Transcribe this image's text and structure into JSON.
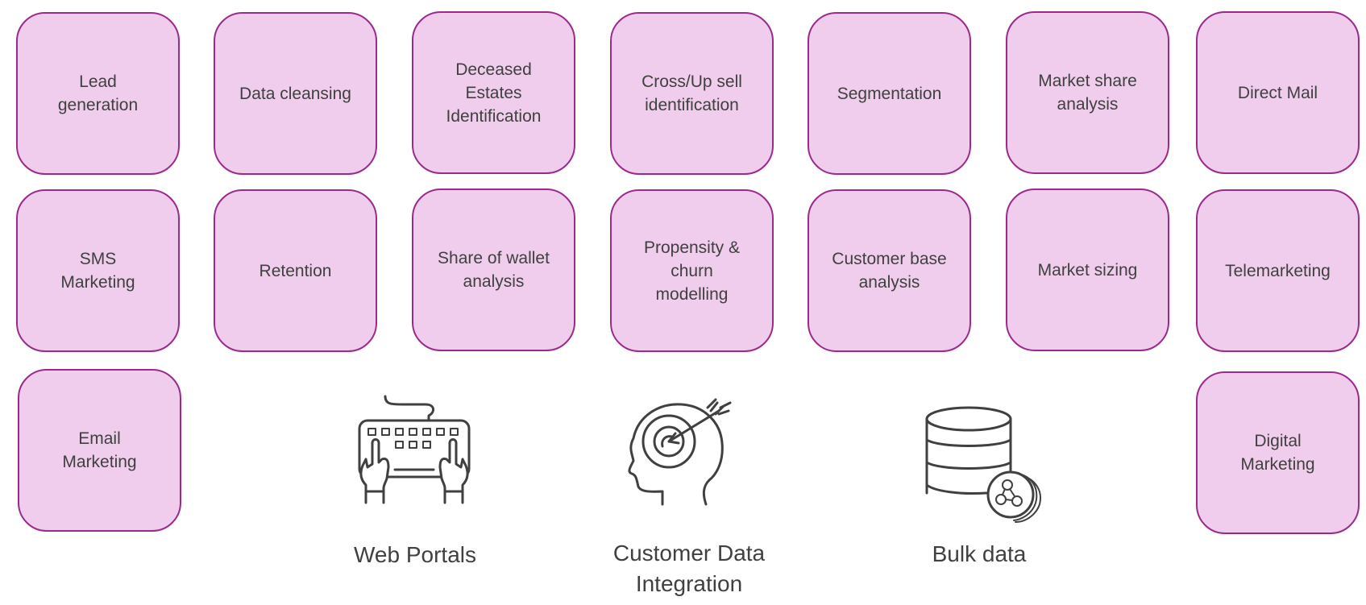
{
  "tiles": [
    "Lead\ngeneration",
    "Data cleansing",
    "Deceased\nEstates\nIdentification",
    "Cross/Up sell\nidentification",
    "Segmentation",
    "Market share\nanalysis",
    "Direct Mail",
    "SMS\nMarketing",
    "Retention",
    "Share of wallet\nanalysis",
    "Propensity &\nchurn\nmodelling",
    "Customer base\nanalysis",
    "Market sizing",
    "Telemarketing",
    "Email\nMarketing",
    "Digital\nMarketing"
  ],
  "channels": {
    "web_portals": {
      "label": "Web Portals",
      "icon": "keyboard-hands-icon"
    },
    "customer_data_integration": {
      "label": "Customer Data\nIntegration",
      "icon": "head-target-icon"
    },
    "bulk_data": {
      "label": "Bulk data",
      "icon": "database-icon"
    }
  },
  "colors": {
    "tile_fill": "#f0cdec",
    "tile_border": "#9b2a8a",
    "text": "#404040",
    "icon_stroke": "#404040"
  }
}
